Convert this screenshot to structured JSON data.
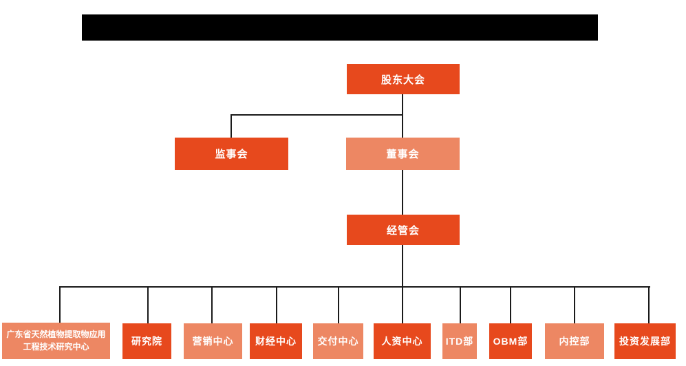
{
  "colors": {
    "primary_orange": "#E7491D",
    "light_orange": "#ED8763",
    "connector": "#1a1a1a",
    "redacted_bar": "#000000",
    "background": "#ffffff",
    "node_text": "#ffffff"
  },
  "org_chart": {
    "level1": {
      "label": "股东大会"
    },
    "level2": [
      {
        "label": "监事会",
        "variant": "dark"
      },
      {
        "label": "董事会",
        "variant": "light"
      }
    ],
    "level3": {
      "label": "经管会"
    },
    "level4": [
      {
        "label": "广东省天然植物提取物应用工程技术研究中心",
        "variant": "light"
      },
      {
        "label": "研究院",
        "variant": "dark"
      },
      {
        "label": "营销中心",
        "variant": "light"
      },
      {
        "label": "财经中心",
        "variant": "dark"
      },
      {
        "label": "交付中心",
        "variant": "light"
      },
      {
        "label": "人资中心",
        "variant": "dark"
      },
      {
        "label": "ITD部",
        "variant": "light"
      },
      {
        "label": "OBM部",
        "variant": "dark"
      },
      {
        "label": "内控部",
        "variant": "light"
      },
      {
        "label": "投资发展部",
        "variant": "dark"
      }
    ]
  }
}
